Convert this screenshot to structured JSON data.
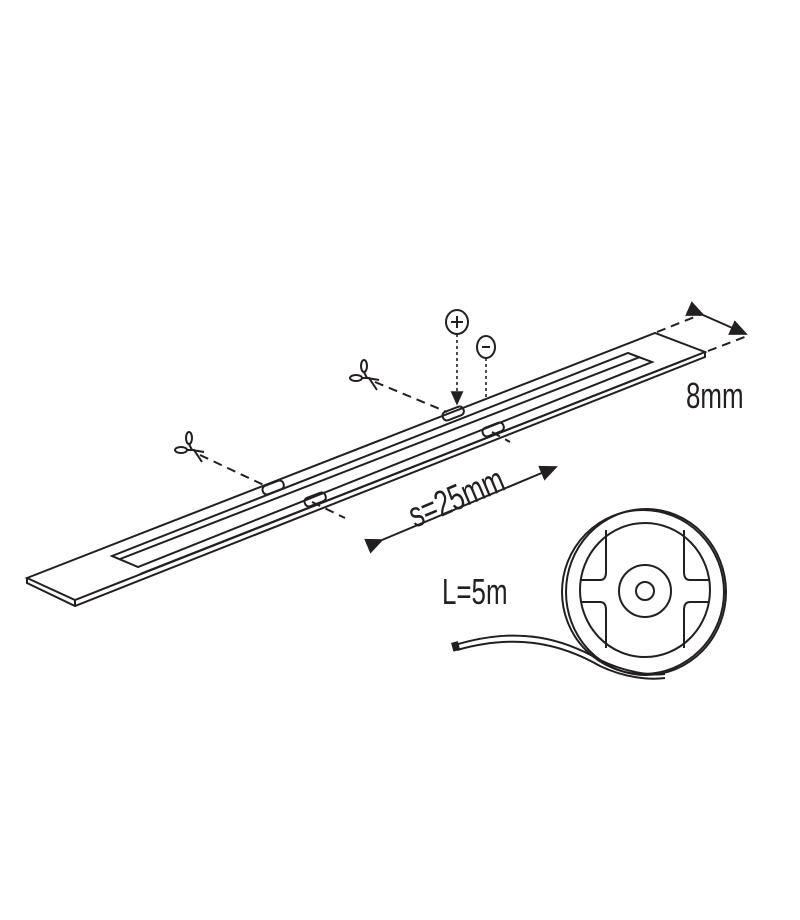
{
  "diagram": {
    "width_label": "8mm",
    "spacing_label": "s=25mm",
    "length_label": "L=5m",
    "polarity": {
      "plus": "+",
      "minus": "-"
    },
    "colors": {
      "line": "#231f20",
      "background": "#ffffff"
    }
  }
}
